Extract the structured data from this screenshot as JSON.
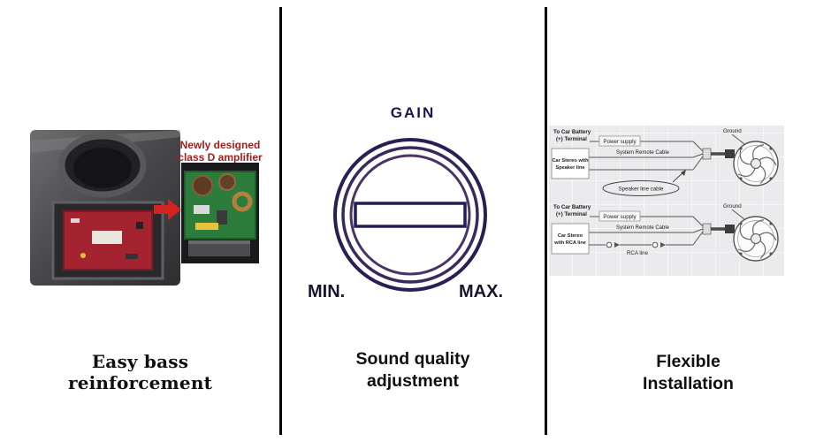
{
  "colors": {
    "accent_navy": "#221d56",
    "ring_purple": "#4a3463",
    "annotation_red": "#a02020",
    "arrow_red": "#d42222",
    "caption_text": "#0f0f0f",
    "diagram_bg": "#ebebed"
  },
  "left": {
    "annotation": [
      "Newly designed",
      "class D amplifier"
    ],
    "caption": [
      "Easy bass",
      "reinforcement"
    ]
  },
  "middle": {
    "gain_label": "GAIN",
    "min_label": "MIN.",
    "max_label": "MAX.",
    "caption": [
      "Sound quality",
      "adjustment"
    ]
  },
  "right": {
    "caption": [
      "Flexible",
      "Installation"
    ],
    "top": {
      "battery1": "To Car Battery",
      "battery2": "(+) Terminal",
      "power": "Power supply",
      "remote": "System Remote Cable",
      "stereo1": "Car Stereo with",
      "stereo2": "Speaker line",
      "cable": "Speaker line cable",
      "ground": "Ground"
    },
    "bottom": {
      "battery1": "To Car Battery",
      "battery2": "(+) Terminal",
      "power": "Power supply",
      "remote": "System Remote Cable",
      "stereo1": "Car Stereo",
      "stereo2": "with RCA line",
      "rca": "RCA line",
      "ground": "Ground"
    }
  }
}
